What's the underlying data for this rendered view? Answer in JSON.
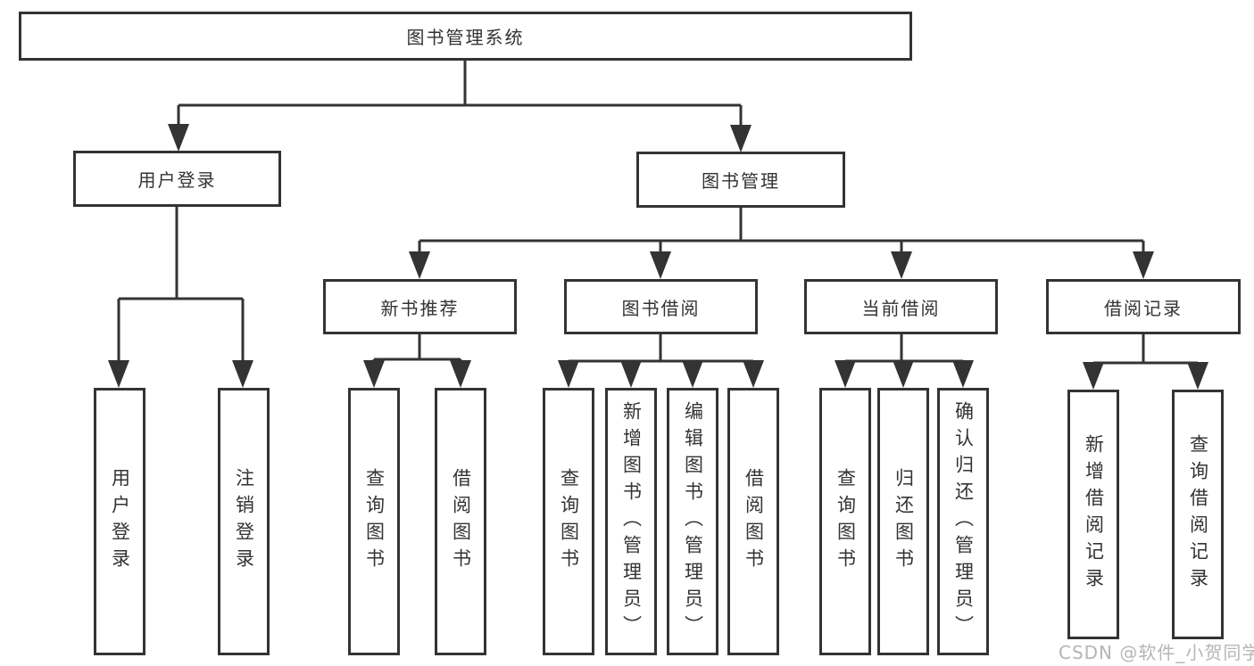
{
  "diagram": {
    "root": {
      "label": "图书管理系统"
    },
    "branches": [
      {
        "label": "用户登录",
        "leaves": [
          {
            "label": "用户登录"
          },
          {
            "label": "注销登录"
          }
        ]
      },
      {
        "label": "图书管理",
        "groups": [
          {
            "label": "新书推荐",
            "leaves": [
              {
                "label": "查询图书"
              },
              {
                "label": "借阅图书"
              }
            ]
          },
          {
            "label": "图书借阅",
            "leaves": [
              {
                "label": "查询图书"
              },
              {
                "label": "新增图书（管理员）"
              },
              {
                "label": "编辑图书（管理员）"
              },
              {
                "label": "借阅图书"
              }
            ]
          },
          {
            "label": "当前借阅",
            "leaves": [
              {
                "label": "查询图书"
              },
              {
                "label": "归还图书"
              },
              {
                "label": "确认归还（管理员）"
              }
            ]
          },
          {
            "label": "借阅记录",
            "leaves": [
              {
                "label": "新增借阅记录"
              },
              {
                "label": "查询借阅记录"
              }
            ]
          }
        ]
      }
    ]
  },
  "watermark": {
    "text": "CSDN @软件_小贺同学"
  },
  "colors": {
    "line": "#333333",
    "text": "#333333",
    "box_background": "#ffffff",
    "watermark": "#b5b5b5",
    "background": "#ffffff"
  }
}
